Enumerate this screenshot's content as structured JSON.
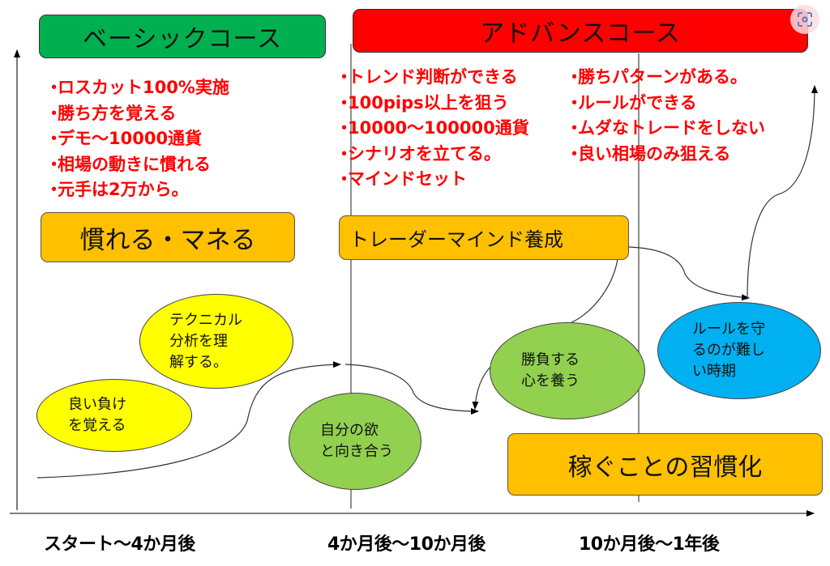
{
  "courses": {
    "basic": {
      "label": "ベーシックコース",
      "color": "#00b050"
    },
    "advanced": {
      "label": "アドバンスコース",
      "color": "#ff0000"
    }
  },
  "basic_points": [
    "ロスカット100%実施",
    "勝ち方を覚える",
    "デモ～10000通貨",
    "相場の動きに慣れる",
    "元手は2万から。"
  ],
  "advanced_points_left": [
    "トレンド判断ができる",
    "100pips以上を狙う",
    "10000～100000通貨",
    "シナリオを立てる。",
    "マインドセット"
  ],
  "advanced_points_right": [
    "勝ちパターンがある。",
    "ルールができる",
    "ムダなトレードをしない",
    "良い相場のみ狙える"
  ],
  "stages": {
    "stage1": {
      "label": "慣れる・マネる",
      "color": "#ffc000"
    },
    "stage2": {
      "label": "トレーダーマインド養成",
      "color": "#ffc000"
    },
    "stage3": {
      "label": "稼ぐことの習慣化",
      "color": "#ffc000"
    }
  },
  "bubbles": {
    "good_loss": {
      "text": "良い負け\nを覚える",
      "color": "#ffff00"
    },
    "technical": {
      "text": "テクニカル\n分析を理\n解する。",
      "color": "#ffff00"
    },
    "desire": {
      "text": "自分の欲\nと向き合う",
      "color": "#92d050"
    },
    "competitive": {
      "text": "勝負する\n心を養う",
      "color": "#92d050"
    },
    "rules_hard": {
      "text": "ルールを守\nるのが難し\nい時期",
      "color": "#00b0f0"
    }
  },
  "timeline": {
    "period1": "スタート～4か月後",
    "period2": "4か月後～10か月後",
    "period3": "10か月後～1年後"
  },
  "overlay": {
    "icon": "lens-scan-icon"
  }
}
